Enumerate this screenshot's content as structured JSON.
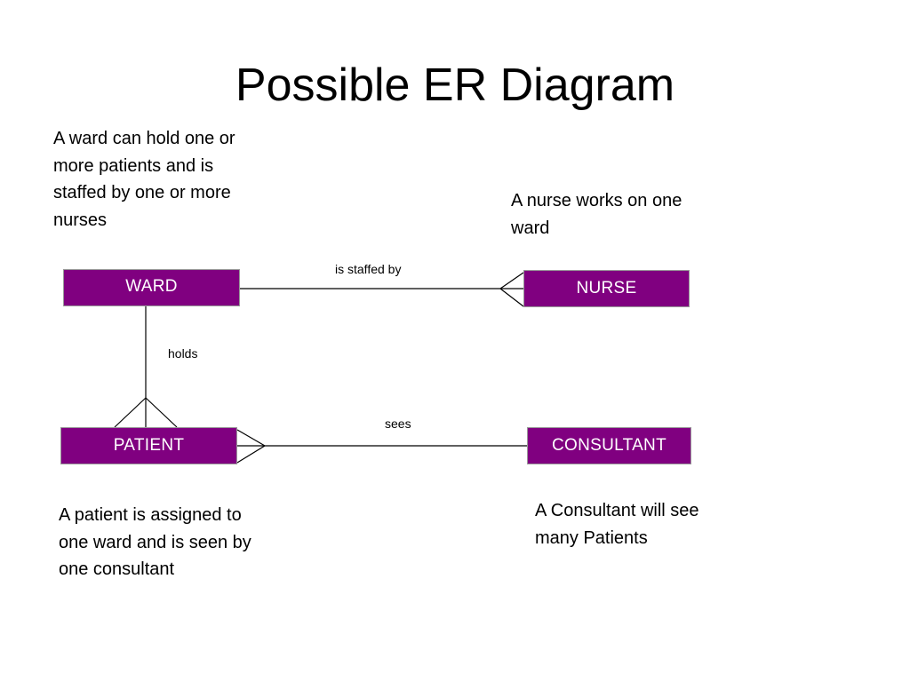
{
  "title": "Possible ER Diagram",
  "notes": {
    "ward": "A ward can hold one or more patients and is staffed by one or more nurses",
    "nurse": "A nurse works on one ward",
    "patient": "A patient is assigned to one ward and is seen by one consultant",
    "consultant": "A Consultant will see many Patients"
  },
  "entities": {
    "ward": "WARD",
    "nurse": "NURSE",
    "patient": "PATIENT",
    "consultant": "CONSULTANT"
  },
  "relationships": {
    "staffed_by": "is staffed by",
    "holds": "holds",
    "sees": "sees"
  },
  "colors": {
    "entity_fill": "#800080",
    "entity_text": "#ffffff",
    "line": "#000000"
  }
}
